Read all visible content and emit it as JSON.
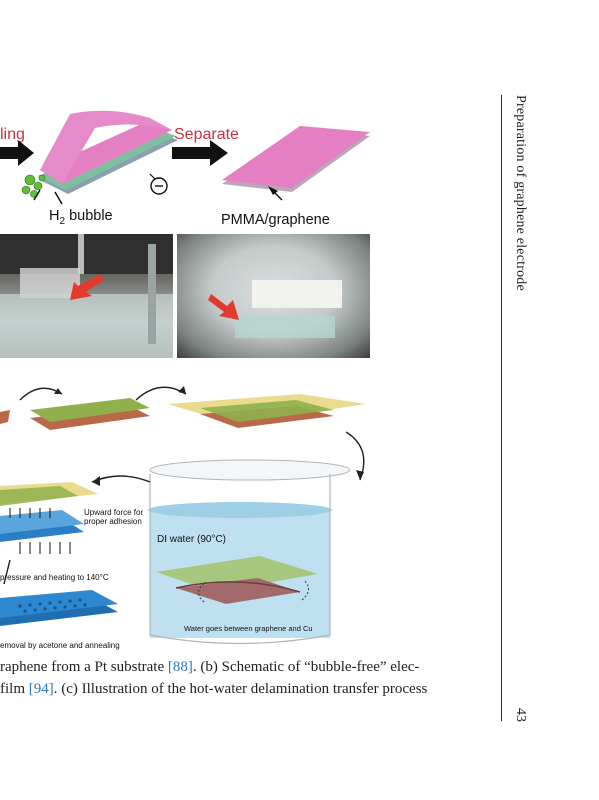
{
  "page": {
    "running_header": "Preparation of graphene electrode",
    "page_number": "43"
  },
  "figure": {
    "panel_a": {
      "label_peeling": "ling",
      "label_separate": "Separate",
      "label_h2": "H",
      "label_h2_sub": "2",
      "label_h2_rest": " bubble",
      "label_pmma": "PMMA/graphene"
    },
    "panel_c": {
      "label_upward_force": "Upward force for proper adhesion",
      "label_di_water": "DI water (90°C)",
      "label_pressure": "pressure and heating to 140°C",
      "label_water_goes": "Water goes between graphene and Cu",
      "label_removal": "emoval by acetone and annealing"
    }
  },
  "caption": {
    "line1_text": "raphene from a Pt substrate ",
    "line1_cite": "[88]",
    "line1_rest": ". (b) Schematic of “bubble-free” elec-",
    "line2_text": "film ",
    "line2_cite": "[94]",
    "line2_rest": ". (c) Illustration of the hot-water delamination transfer process"
  },
  "colors": {
    "pink": "#e47fc4",
    "yellow": "#e9dc8e",
    "green": "#8fb04c",
    "copper": "#b9694a",
    "blue": "#2a7fc4",
    "water": "#bfe0f0",
    "red_text": "#c8323c",
    "cite": "#2e77b8"
  }
}
